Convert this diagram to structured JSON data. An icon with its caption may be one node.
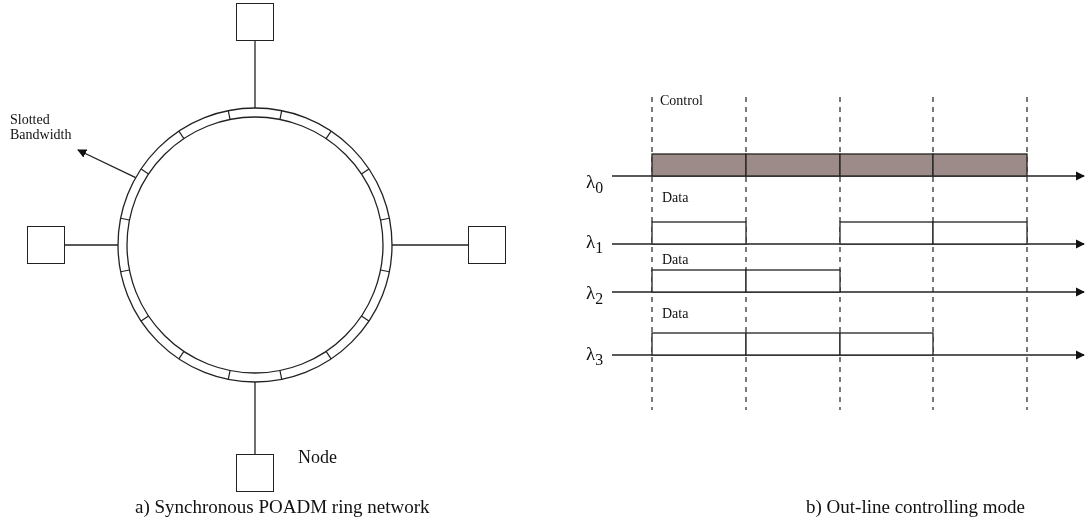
{
  "diagram": {
    "nodes": [
      {
        "text": [],
        "shape": "circle"
      },
      {
        "text": [],
        "shape": "box"
      },
      {
        "text": [],
        "shape": "box"
      },
      {
        "text": [],
        "shape": "box"
      },
      {
        "text": [],
        "shape": "box",
        "beside": [
          "Node"
        ]
      },
      {
        "text": [
          "Slotted Bandwidth"
        ]
      }
    ],
    "edges": [
      {
        "from": 1,
        "to": 0,
        "arrow": "none"
      },
      {
        "from": 2,
        "to": 0,
        "arrow": "none"
      },
      {
        "from": 3,
        "to": 0,
        "arrow": "none"
      },
      {
        "from": 4,
        "to": 0,
        "arrow": "none"
      },
      {
        "from": 0,
        "to": 5,
        "arrow": "to"
      }
    ],
    "labels": [
      "Control",
      "λ$_{0}$",
      "Data",
      "λ$_{1}$",
      "Data",
      "λ$_{2}$",
      "Data",
      "λ$_{3}$",
      "a) Synchronous POADM ring network",
      "b) Out-line controlling mode"
    ]
  }
}
